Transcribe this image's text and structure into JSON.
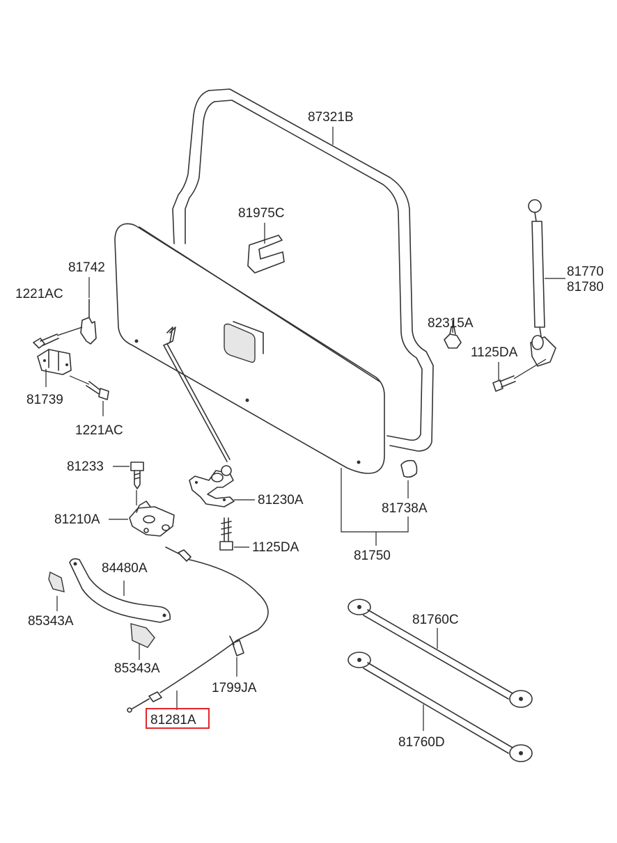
{
  "labels": {
    "p87321B": "87321B",
    "p81975C": "81975C",
    "p81742": "81742",
    "p1221AC_a": "1221AC",
    "p81739": "81739",
    "p1221AC_b": "1221AC",
    "p81770": "81770",
    "p81780": "81780",
    "p82315A": "82315A",
    "p1125DA_a": "1125DA",
    "p81233": "81233",
    "p81230A": "81230A",
    "p81210A": "81210A",
    "p1125DA_b": "1125DA",
    "p81738A": "81738A",
    "p81750": "81750",
    "p84480A": "84480A",
    "p85343A_a": "85343A",
    "p85343A_b": "85343A",
    "p81760C": "81760C",
    "p1799JA": "1799JA",
    "p81281A": "81281A",
    "p81760D": "81760D"
  },
  "highlight": {
    "part": "81281A",
    "color": "#e0262b"
  }
}
